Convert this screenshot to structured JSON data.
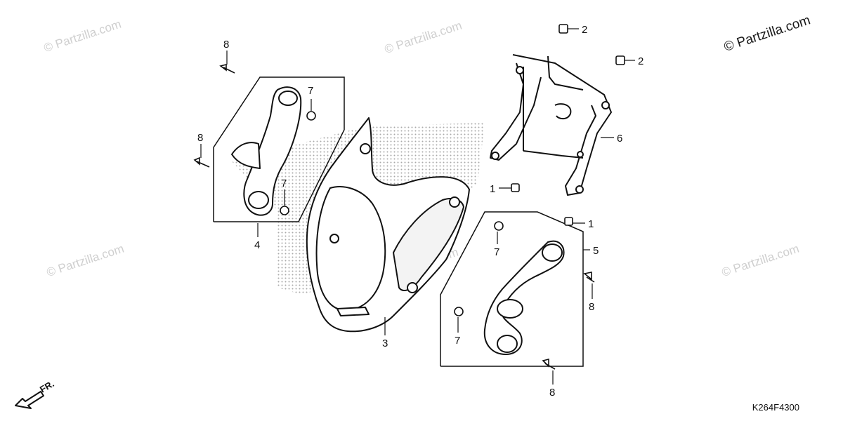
{
  "watermarks": {
    "main": "© Partzilla.com",
    "faint": "© Partzilla.com"
  },
  "diagram_code": "K264F4300",
  "front_indicator": "FR.",
  "callouts": {
    "c1a": "1",
    "c1b": "1",
    "c2a": "2",
    "c2b": "2",
    "c3": "3",
    "c4": "4",
    "c5": "5",
    "c6": "6",
    "c7a": "7",
    "c7b": "7",
    "c7c": "7",
    "c7d": "7",
    "c8a": "8",
    "c8b": "8",
    "c8c": "8",
    "c8d": "8"
  },
  "colors": {
    "line": "#111111",
    "dots": "#9a9a9a",
    "watermark": "#cfcfcf"
  }
}
